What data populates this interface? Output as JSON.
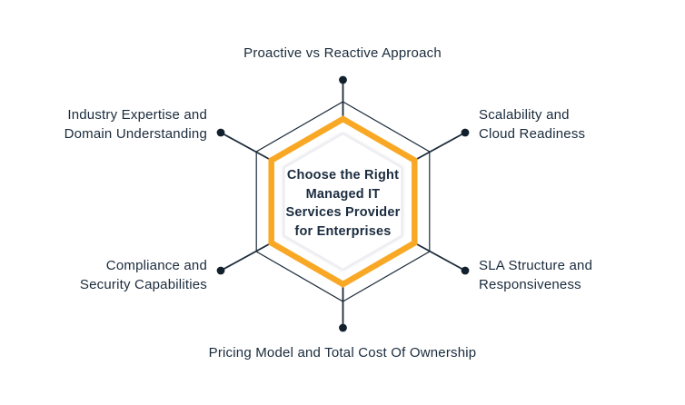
{
  "diagram": {
    "center": {
      "lines": [
        "Choose the Right",
        "Managed IT",
        "Services Provider",
        "for Enterprises"
      ]
    },
    "nodes": {
      "top": {
        "lines": [
          "Proactive vs Reactive Approach"
        ]
      },
      "top_left": {
        "lines": [
          "Industry Expertise and",
          "Domain Understanding"
        ]
      },
      "top_right": {
        "lines": [
          "Scalability and",
          "Cloud Readiness"
        ]
      },
      "bottom_left": {
        "lines": [
          "Compliance and",
          "Security Capabilities"
        ]
      },
      "bottom_right": {
        "lines": [
          "SLA Structure and",
          "Responsiveness"
        ]
      },
      "bottom": {
        "lines": [
          "Pricing Model and Total Cost Of Ownership"
        ]
      }
    },
    "colors": {
      "accent_orange": "#F9A826",
      "line_navy": "#1C2B3A",
      "dot_navy": "#12202E",
      "text_navy": "#1A2B3C",
      "inner_ring_gray": "#EAEAEF",
      "background": "#FFFFFF"
    }
  }
}
